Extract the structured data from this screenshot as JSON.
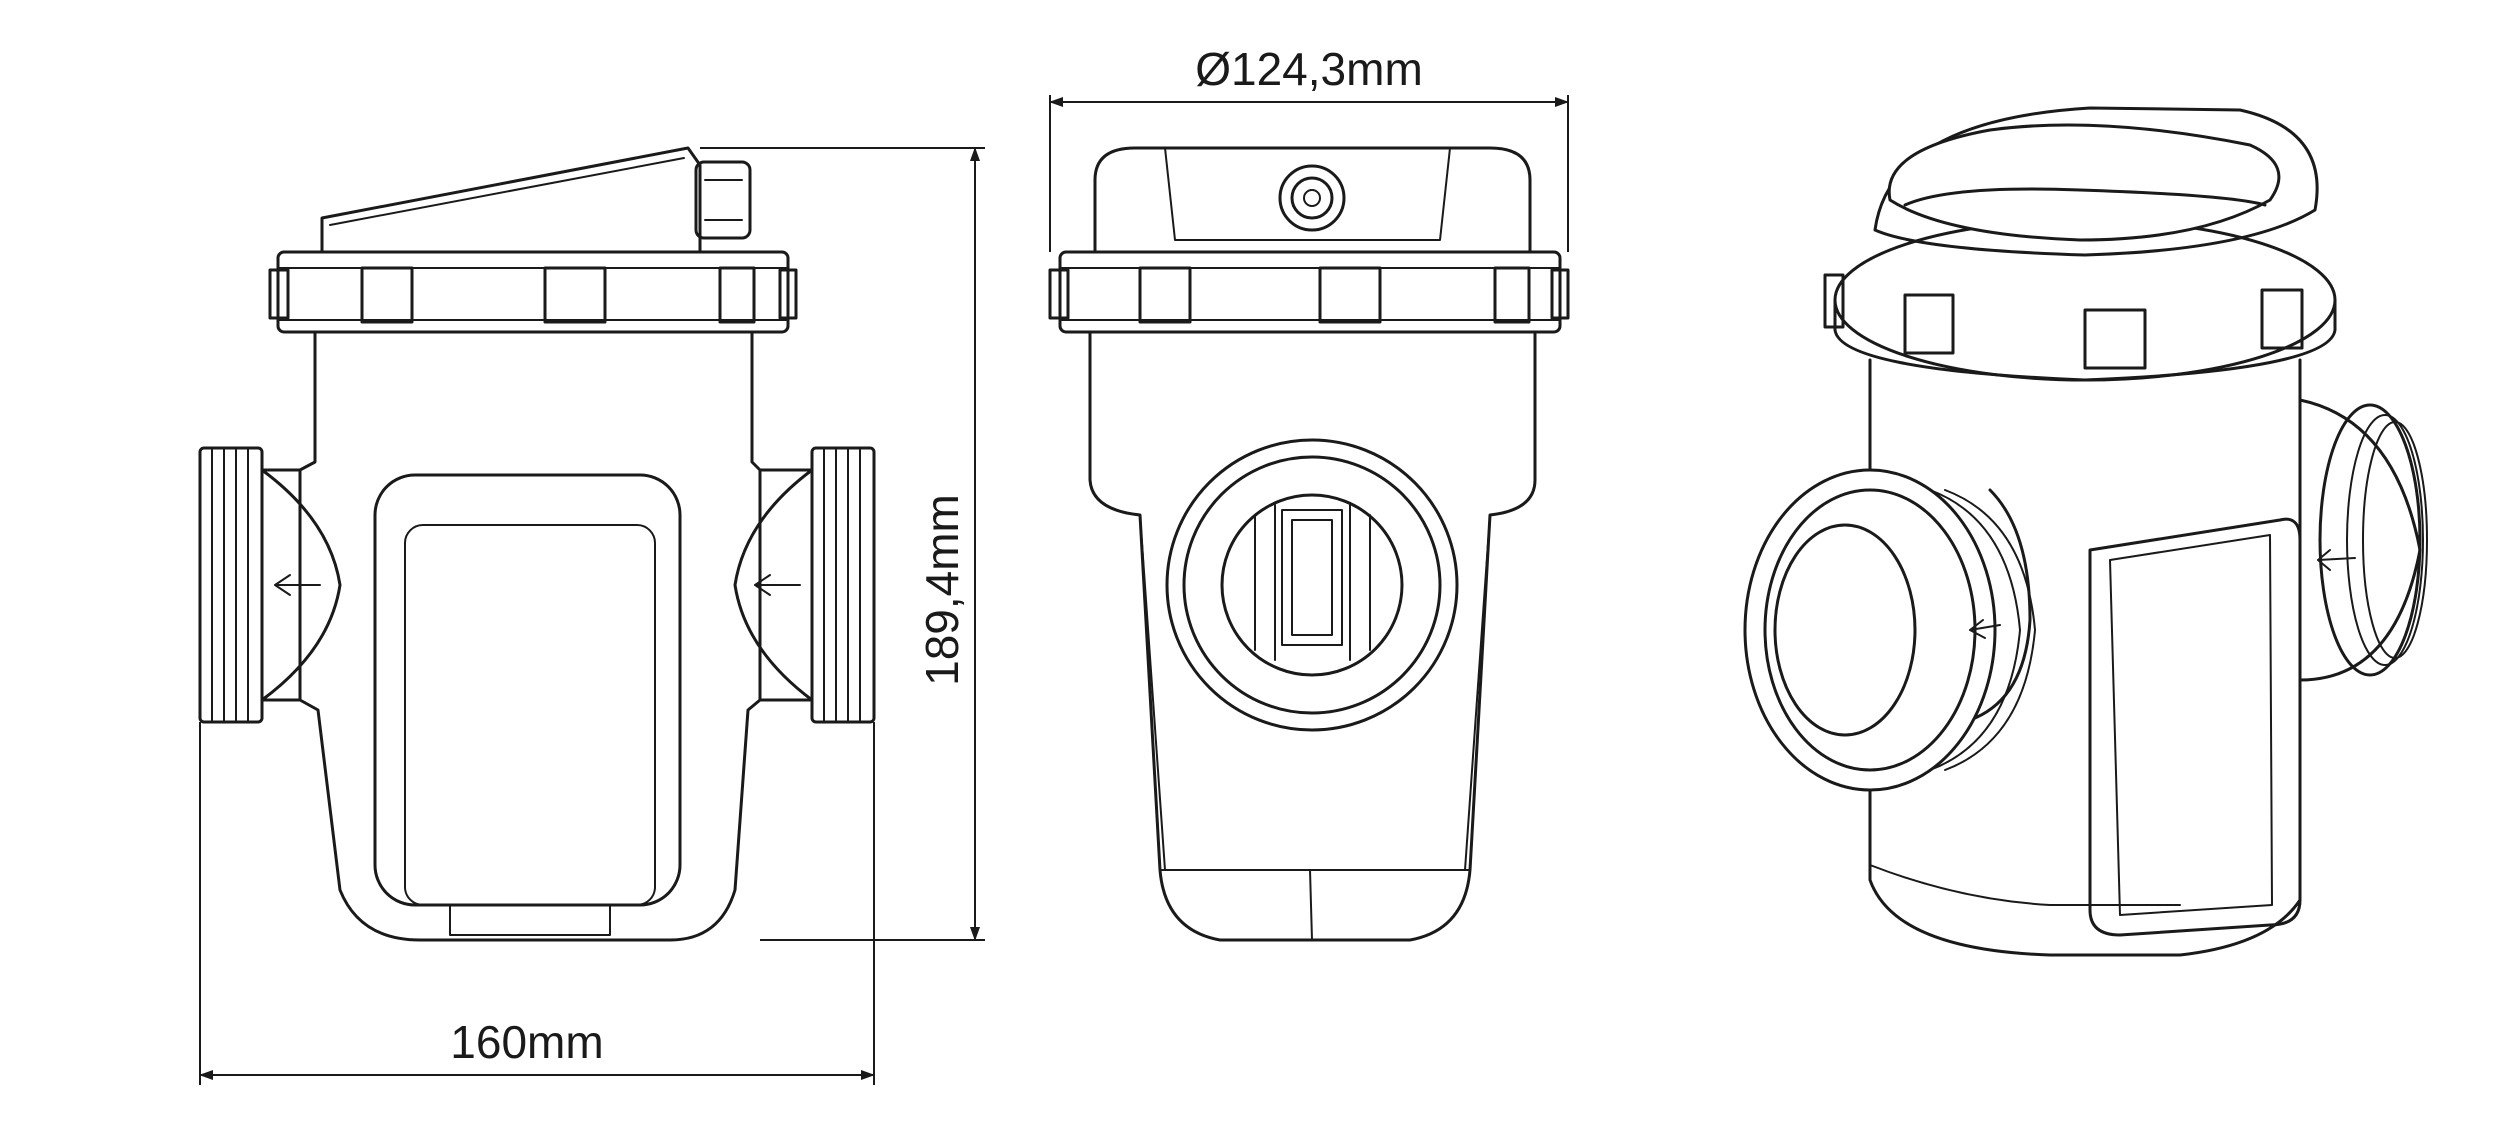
{
  "dimensions": {
    "width_label": "160mm",
    "height_label": "189,4mm",
    "diameter_label": "Ø124,3mm"
  },
  "views": [
    "side-view",
    "front-view",
    "isometric-view"
  ]
}
